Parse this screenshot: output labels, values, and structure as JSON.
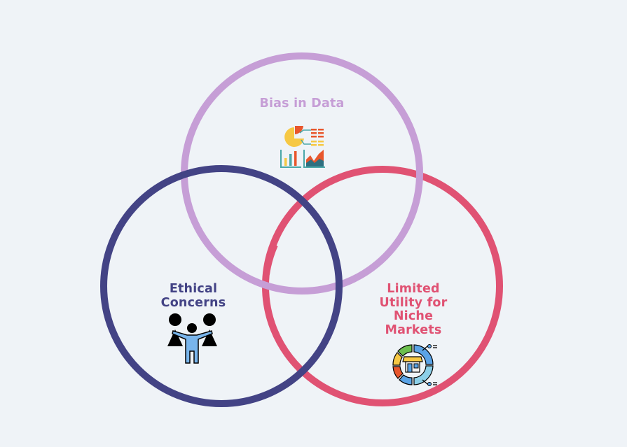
{
  "diagram": {
    "type": "venn",
    "background": "#eff3f7",
    "sets": [
      {
        "id": "bias",
        "label": "Bias in Data",
        "color": "#c69ed6",
        "icon": "data-analytics-icon"
      },
      {
        "id": "ethical",
        "label_lines": [
          "Ethical",
          "Concerns"
        ],
        "color": "#434385",
        "icon": "ethics-scale-person-icon"
      },
      {
        "id": "niche",
        "label_lines": [
          "Limited",
          "Utility for",
          "Niche",
          "Markets"
        ],
        "color": "#e05273",
        "icon": "market-store-cycle-icon"
      }
    ]
  }
}
